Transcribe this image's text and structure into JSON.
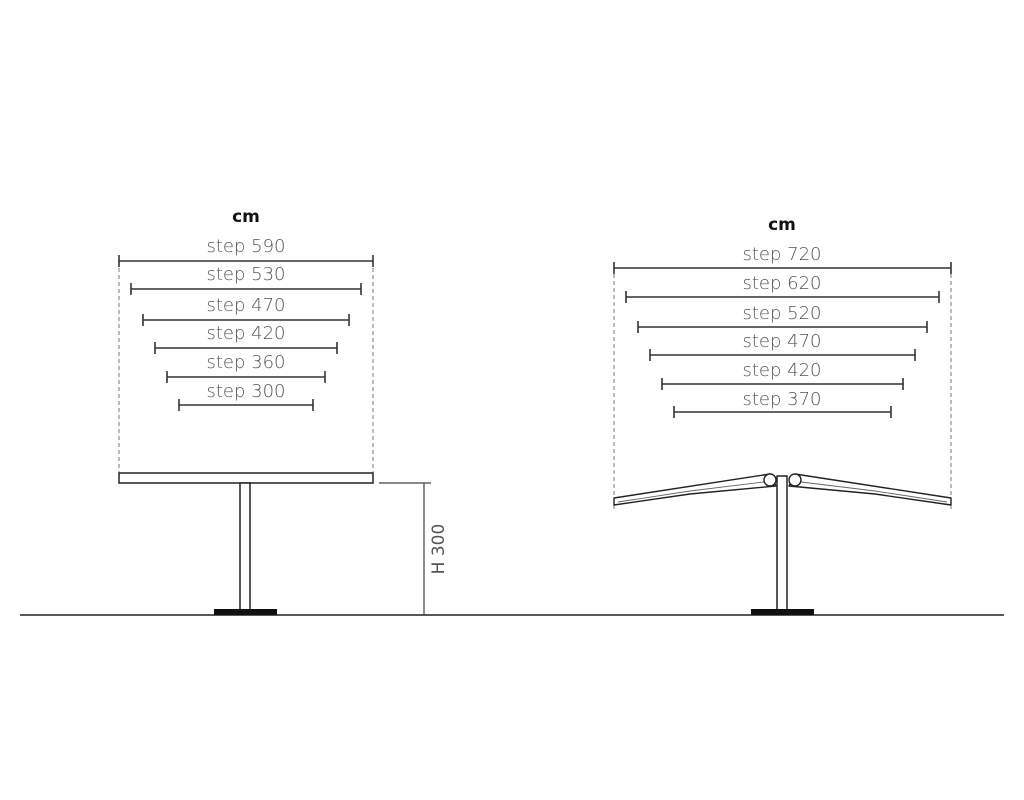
{
  "left_view": {
    "unit": "cm",
    "steps": [
      "step 590",
      "step 530",
      "step 470",
      "step 420",
      "step 360",
      "step 300"
    ],
    "height_label": "H 300"
  },
  "right_view": {
    "unit": "cm",
    "steps": [
      "step 720",
      "step 620",
      "step 520",
      "step 470",
      "step 420",
      "step 370"
    ]
  }
}
